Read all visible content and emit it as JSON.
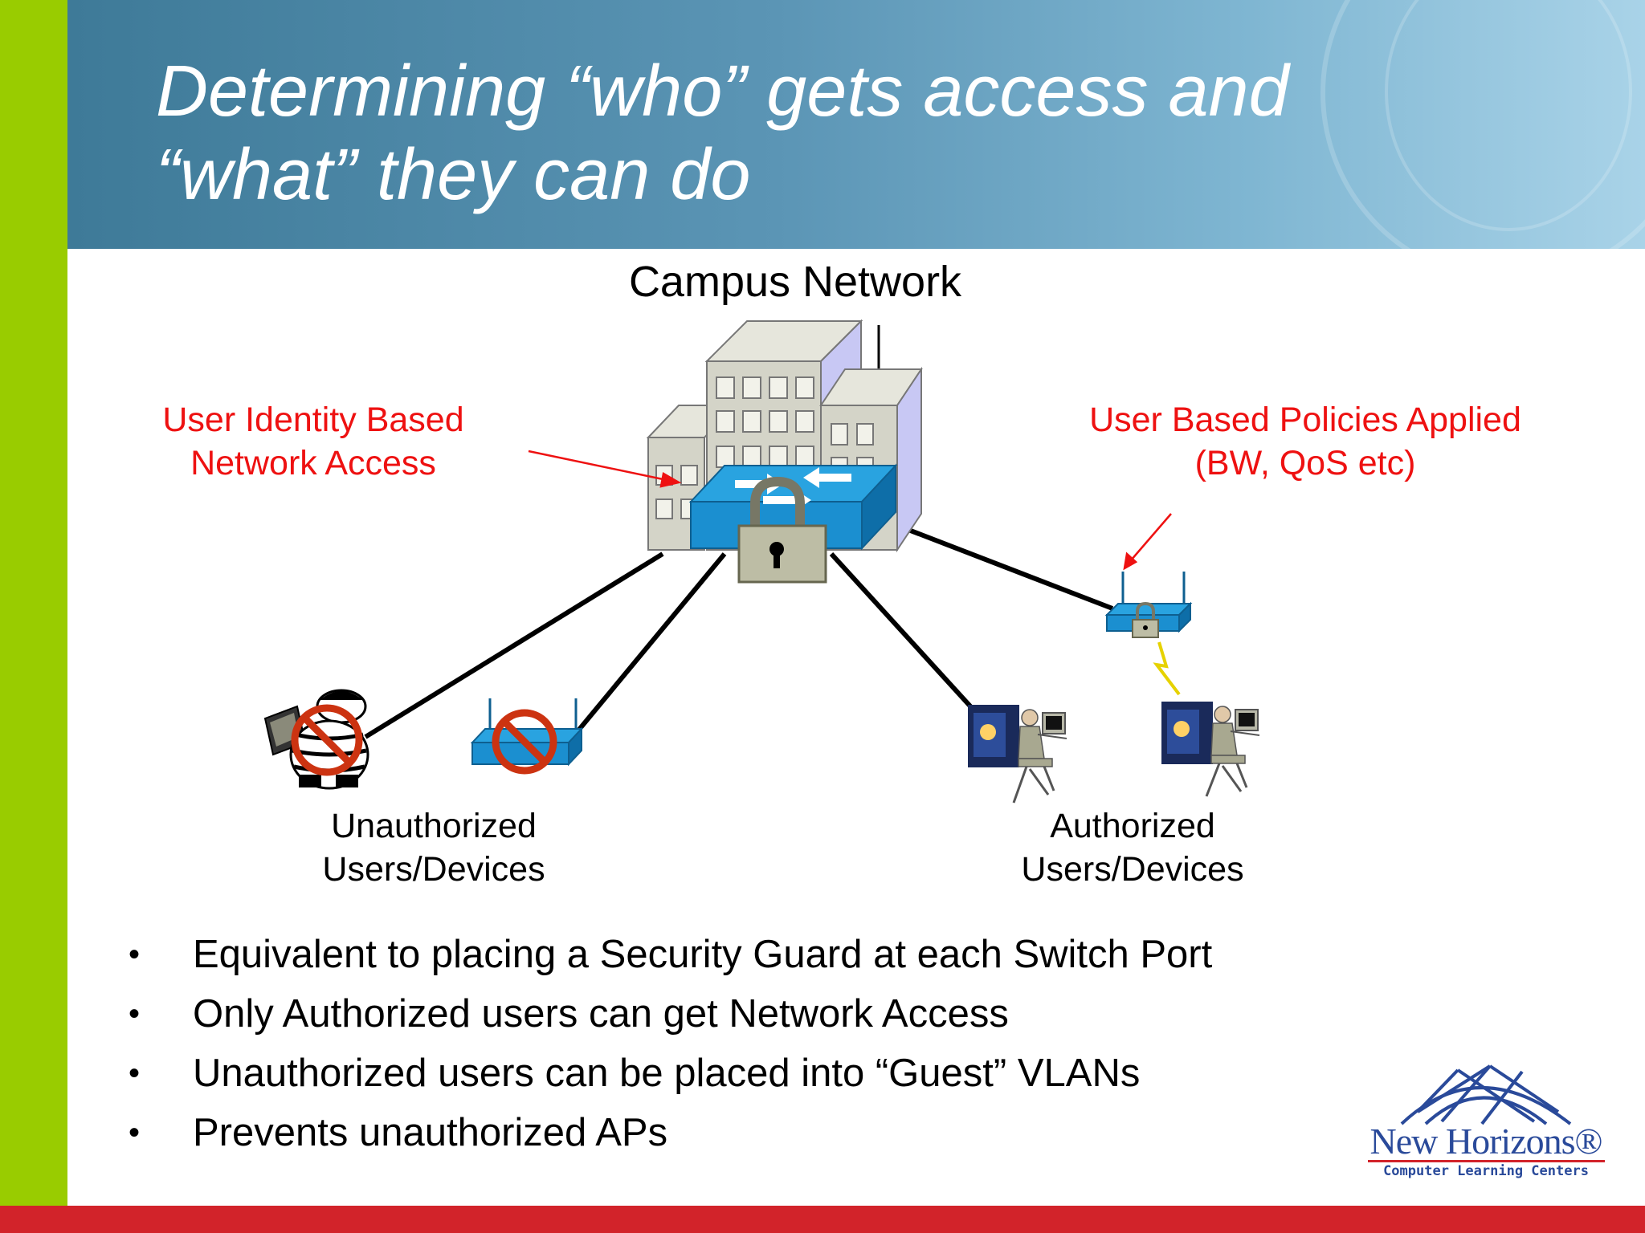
{
  "slide": {
    "title": "Determining “who” gets access and\n“what” they can do",
    "diagram": {
      "campus_label": "Campus Network",
      "left_callout": "User Identity Based\nNetwork Access",
      "right_callout": "User Based Policies Applied\n(BW, QoS etc)",
      "unauthorized_label": "Unauthorized\nUsers/Devices",
      "authorized_label": "Authorized\nUsers/Devices"
    },
    "bullets": [
      "Equivalent to placing a Security Guard at each Switch Port",
      "Only Authorized users can get Network Access",
      "Unauthorized users can be placed into “Guest” VLANs",
      "Prevents unauthorized APs"
    ],
    "bullet_glyph": "•",
    "logo": {
      "name": "New Horizons®",
      "tagline": "Computer Learning Centers"
    }
  },
  "colors": {
    "accent_green": "#99cc00",
    "accent_red": "#d2232a",
    "callout_red": "#ee1111",
    "banner_blue": "#4f8aab",
    "logo_blue": "#2a4a9a"
  },
  "icons": [
    "building-icon",
    "switch-icon",
    "padlock-icon",
    "wireless-ap-icon",
    "thief-icon",
    "prohibited-icon",
    "user-workstation-icon",
    "lightning-icon"
  ]
}
